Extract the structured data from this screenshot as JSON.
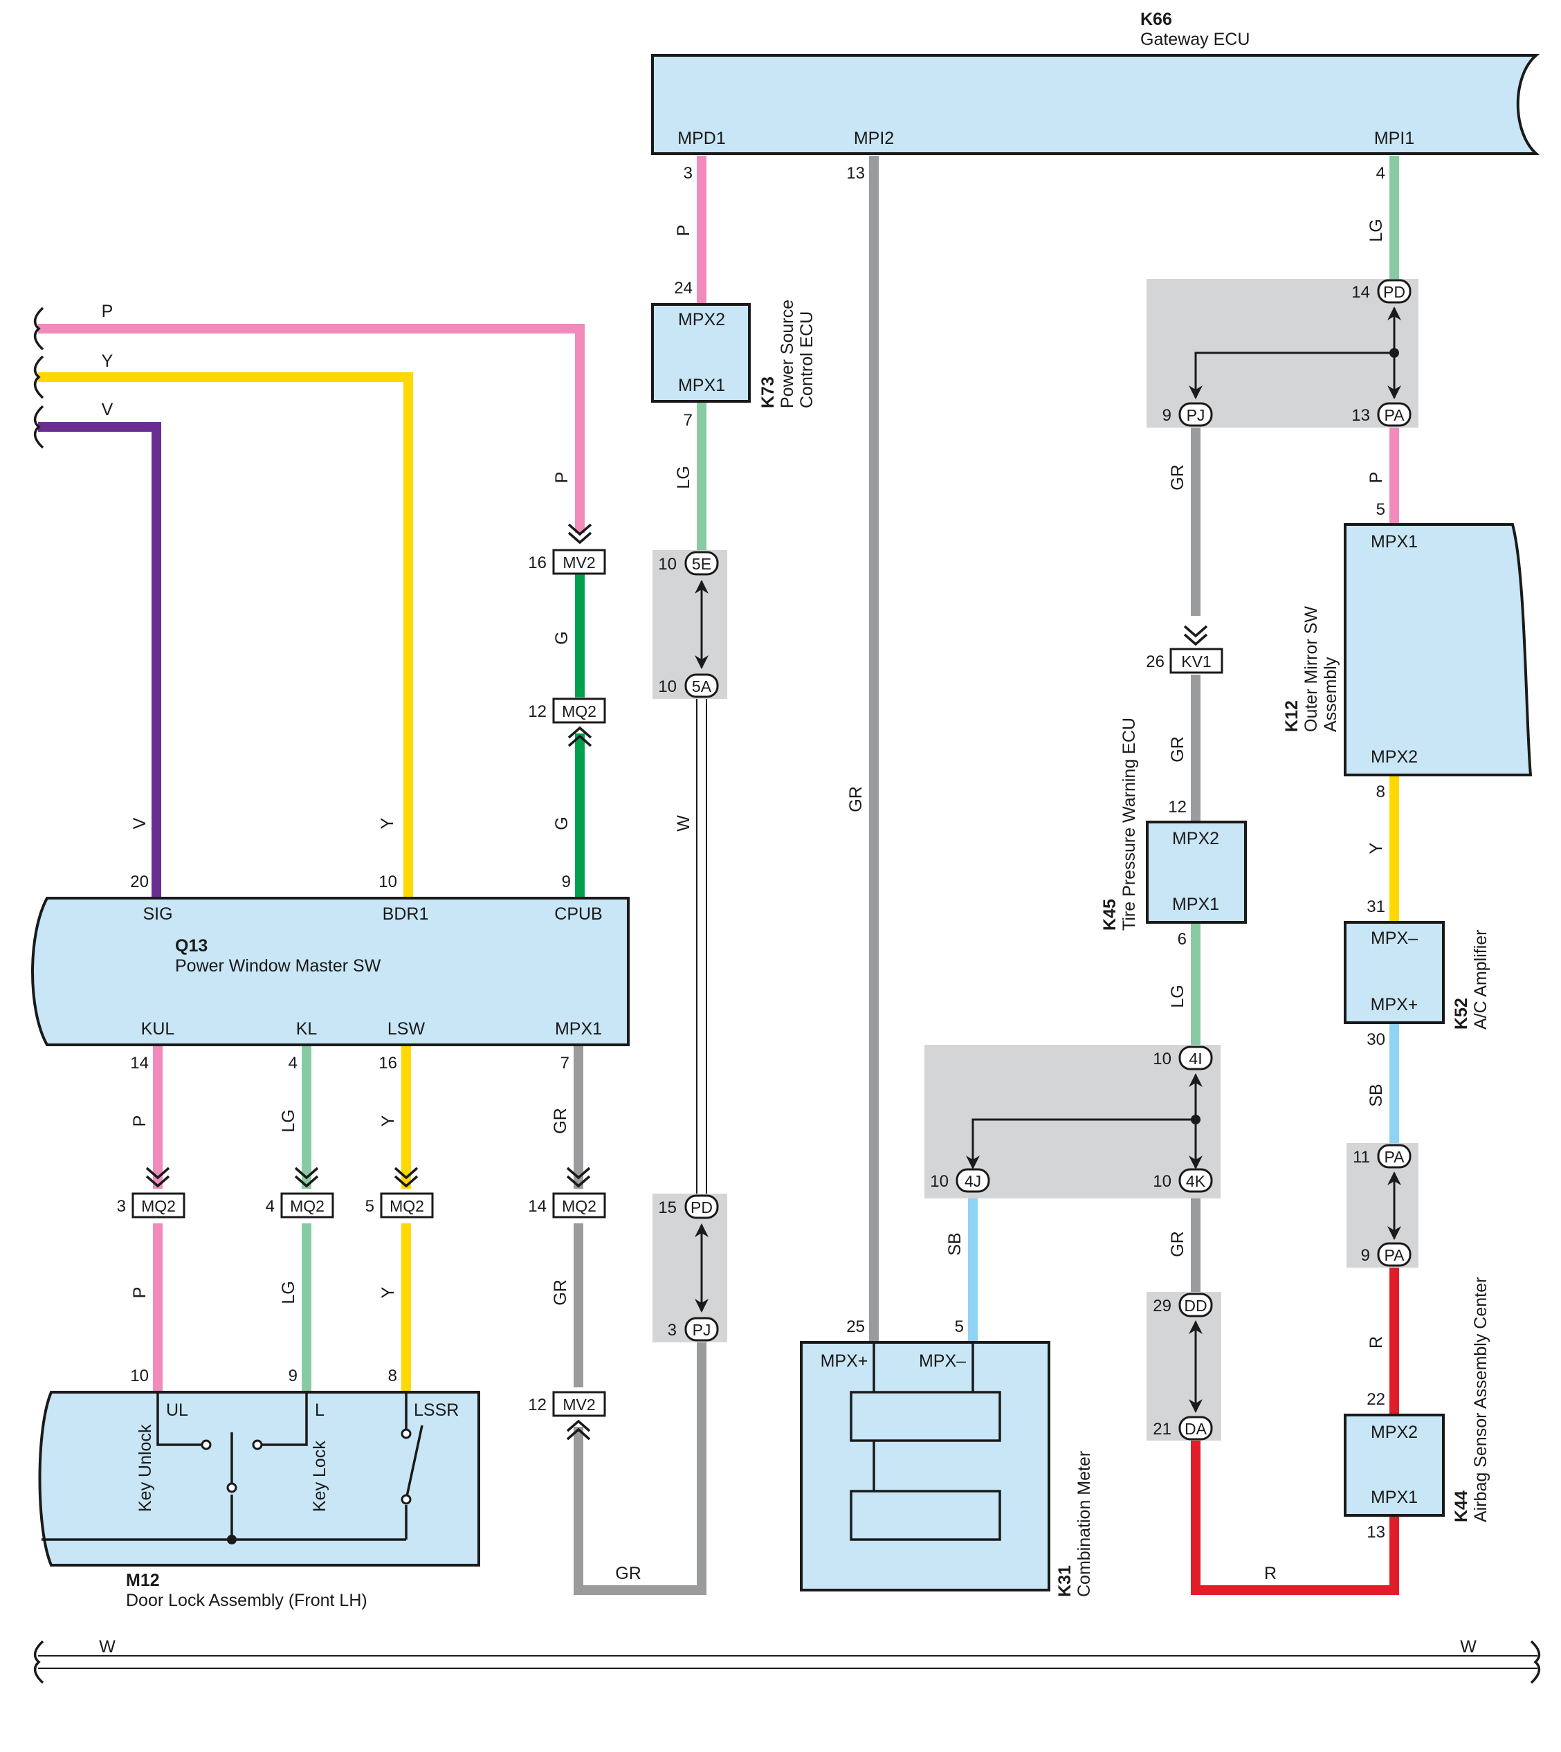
{
  "colors": {
    "P": "#f08bbb",
    "Y": "#ffd800",
    "V": "#6a2d91",
    "G": "#00a04f",
    "LG": "#88cba2",
    "GR": "#9a9b9d",
    "W": "#ffffff",
    "SB": "#8fd4f4",
    "R": "#e21d2a",
    "box_fill": "#c8e6f5",
    "splice_bg": "#d4d5d7"
  },
  "components": {
    "k66": {
      "code": "K66",
      "name": "Gateway ECU",
      "pins": {
        "mpd1": "MPD1",
        "mpi2": "MPI2",
        "mpi1": "MPI1"
      }
    },
    "k73": {
      "code": "K73",
      "name1": "Power Source",
      "name2": "Control ECU",
      "pins": {
        "mpx2": "MPX2",
        "mpx1": "MPX1"
      }
    },
    "q13": {
      "code": "Q13",
      "name": "Power Window Master SW",
      "pins": {
        "sig": "SIG",
        "bdr1": "BDR1",
        "cpub": "CPUB",
        "kul": "KUL",
        "kl": "KL",
        "lsw": "LSW",
        "mpx1": "MPX1"
      }
    },
    "m12": {
      "code": "M12",
      "name": "Door Lock Assembly (Front LH)",
      "pins": {
        "ul": "UL",
        "l": "L",
        "lssr": "LSSR"
      },
      "switch_unlock": "Key Unlock",
      "switch_lock": "Key Lock"
    },
    "k31": {
      "code": "K31",
      "name": "Combination Meter",
      "pins": {
        "mpxp": "MPX+",
        "mpxm": "MPX–"
      }
    },
    "k45": {
      "code": "K45",
      "name": "Tire Pressure Warning ECU",
      "pins": {
        "mpx2": "MPX2",
        "mpx1": "MPX1"
      }
    },
    "k12": {
      "code": "K12",
      "name1": "Outer Mirror SW",
      "name2": "Assembly",
      "pins": {
        "mpx1": "MPX1",
        "mpx2": "MPX2"
      }
    },
    "k52": {
      "code": "K52",
      "name": "A/C Amplifier",
      "pins": {
        "mpxm": "MPX–",
        "mpxp": "MPX+"
      }
    },
    "k44": {
      "code": "K44",
      "name": "Airbag Sensor Assembly Center",
      "pins": {
        "mpx2": "MPX2",
        "mpx1": "MPX1"
      }
    }
  },
  "connectors": {
    "mv2a": "MV2",
    "mq2a": "MQ2",
    "mq2b": "MQ2",
    "mq2c": "MQ2",
    "mq2d": "MQ2",
    "mq2e": "MQ2",
    "mv2b": "MV2",
    "kv1": "KV1",
    "j5e": "5E",
    "j5a": "5A",
    "jpd1": "PD",
    "jpj1": "PJ",
    "jpd2": "PD",
    "jpj2": "PJ",
    "jpa1": "PA",
    "j4i": "4I",
    "j4j": "4J",
    "j4k": "4K",
    "jdd": "DD",
    "jda": "DA",
    "jpa2": "PA",
    "jpa3": "PA"
  },
  "pin_numbers": {
    "k66_3": "3",
    "k66_13": "13",
    "k66_4": "4",
    "k73_24": "24",
    "k73_7": "7",
    "j5e_10": "10",
    "j5a_10": "10",
    "jpd1_15": "15",
    "jpj1_3": "3",
    "mv2a_16": "16",
    "mq2a_12": "12",
    "mq2e_14": "14",
    "mv2b_12": "12",
    "q13_20": "20",
    "q13_10": "10",
    "q13_9": "9",
    "q13_14": "14",
    "q13_4": "4",
    "q13_16": "16",
    "q13_7": "7",
    "mq2b_3": "3",
    "mq2c_4": "4",
    "mq2d_5": "5",
    "m12_10": "10",
    "m12_9": "9",
    "m12_8": "8",
    "k31_25": "25",
    "k31_5": "5",
    "jpd2_14": "14",
    "jpj2_9": "9",
    "jpa1_13": "13",
    "kv1_26": "26",
    "k45_12": "12",
    "k45_6": "6",
    "j4i_10": "10",
    "j4j_10": "10",
    "j4k_10": "10",
    "jdd_29": "29",
    "jda_21": "21",
    "k12_5": "5",
    "k12_8": "8",
    "k52_31": "31",
    "k52_30": "30",
    "jpa2_11": "11",
    "jpa3_9": "9",
    "k44_22": "22",
    "k44_13": "13"
  },
  "wire_labels": {
    "top_p": "P",
    "top_y": "Y",
    "top_v": "V",
    "q13_v": "V",
    "q13_y": "Y",
    "mv2_p": "P",
    "cpub_g1": "G",
    "cpub_g2": "G",
    "mpd1_p": "P",
    "k73_lg": "LG",
    "white_w": "W",
    "mpi2_gr": "GR",
    "kul_p1": "P",
    "kul_p2": "P",
    "kl_lg1": "LG",
    "kl_lg2": "LG",
    "lsw_y1": "Y",
    "lsw_y2": "Y",
    "mpx1_gr1": "GR",
    "mpx1_gr2": "GR",
    "bottom_gr": "GR",
    "mpi1_lg": "LG",
    "pj_gr": "GR",
    "kv1_gr": "GR",
    "k45_lg": "LG",
    "j4j_sb": "SB",
    "j4k_gr": "GR",
    "bottom_r": "R",
    "pa_p": "P",
    "k12_y": "Y",
    "k52_sb": "SB",
    "pa_r": "R",
    "bus_w_left": "W",
    "bus_w_right": "W"
  }
}
